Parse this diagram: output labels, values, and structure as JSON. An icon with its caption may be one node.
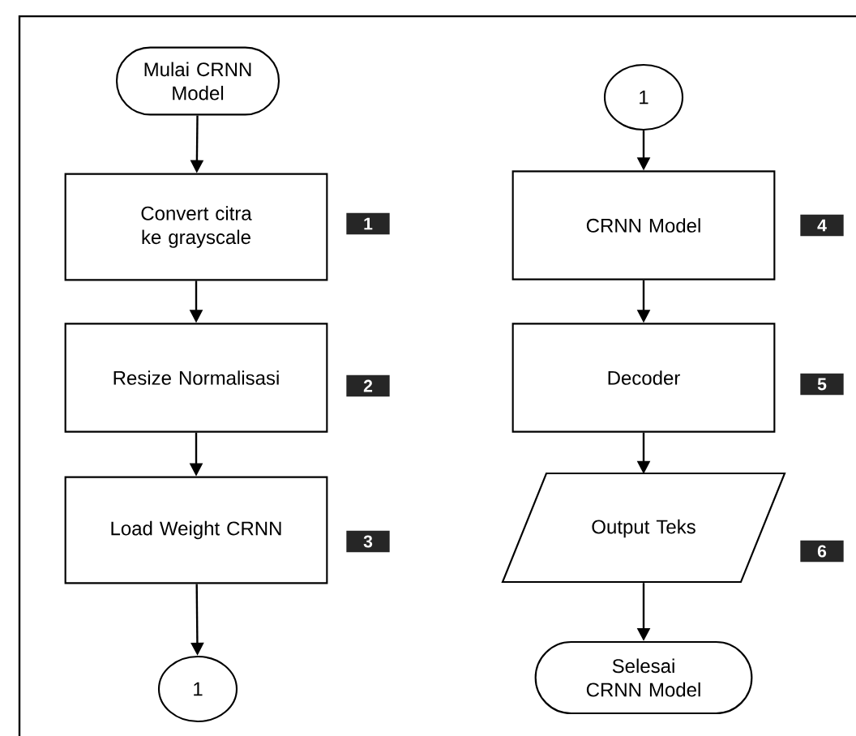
{
  "diagram": {
    "nodes": [
      {
        "text": [
          "Mulai CRNN Model"
        ]
      },
      {
        "text": [
          "Convert citra ke grayscale"
        ],
        "beside": [
          "1"
        ]
      },
      {
        "text": [
          "Resize Normalisasi"
        ],
        "beside": [
          "2"
        ]
      },
      {
        "text": [
          "Load Weight CRNN"
        ],
        "beside": [
          "3"
        ]
      },
      {
        "text": [
          "1"
        ]
      },
      {
        "text": [
          "1"
        ]
      },
      {
        "text": [
          "CRNN Model"
        ],
        "beside": [
          "4"
        ]
      },
      {
        "text": [
          "Decoder"
        ],
        "beside": [
          "5"
        ]
      },
      {
        "text": [
          "Output Teks"
        ],
        "beside": [
          "6"
        ]
      },
      {
        "text": [
          "Selesai CRNN Model"
        ]
      }
    ],
    "edges": [
      {
        "from": 0,
        "to": 1,
        "arrow": "to"
      },
      {
        "from": 1,
        "to": 2,
        "arrow": "to"
      },
      {
        "from": 2,
        "to": 3,
        "arrow": "to"
      },
      {
        "from": 3,
        "to": 4,
        "arrow": "to"
      },
      {
        "from": 5,
        "to": 6,
        "arrow": "to"
      },
      {
        "from": 6,
        "to": 7,
        "arrow": "to"
      },
      {
        "from": 7,
        "to": 8,
        "arrow": "to"
      },
      {
        "from": 8,
        "to": 9,
        "arrow": "to"
      }
    ]
  }
}
